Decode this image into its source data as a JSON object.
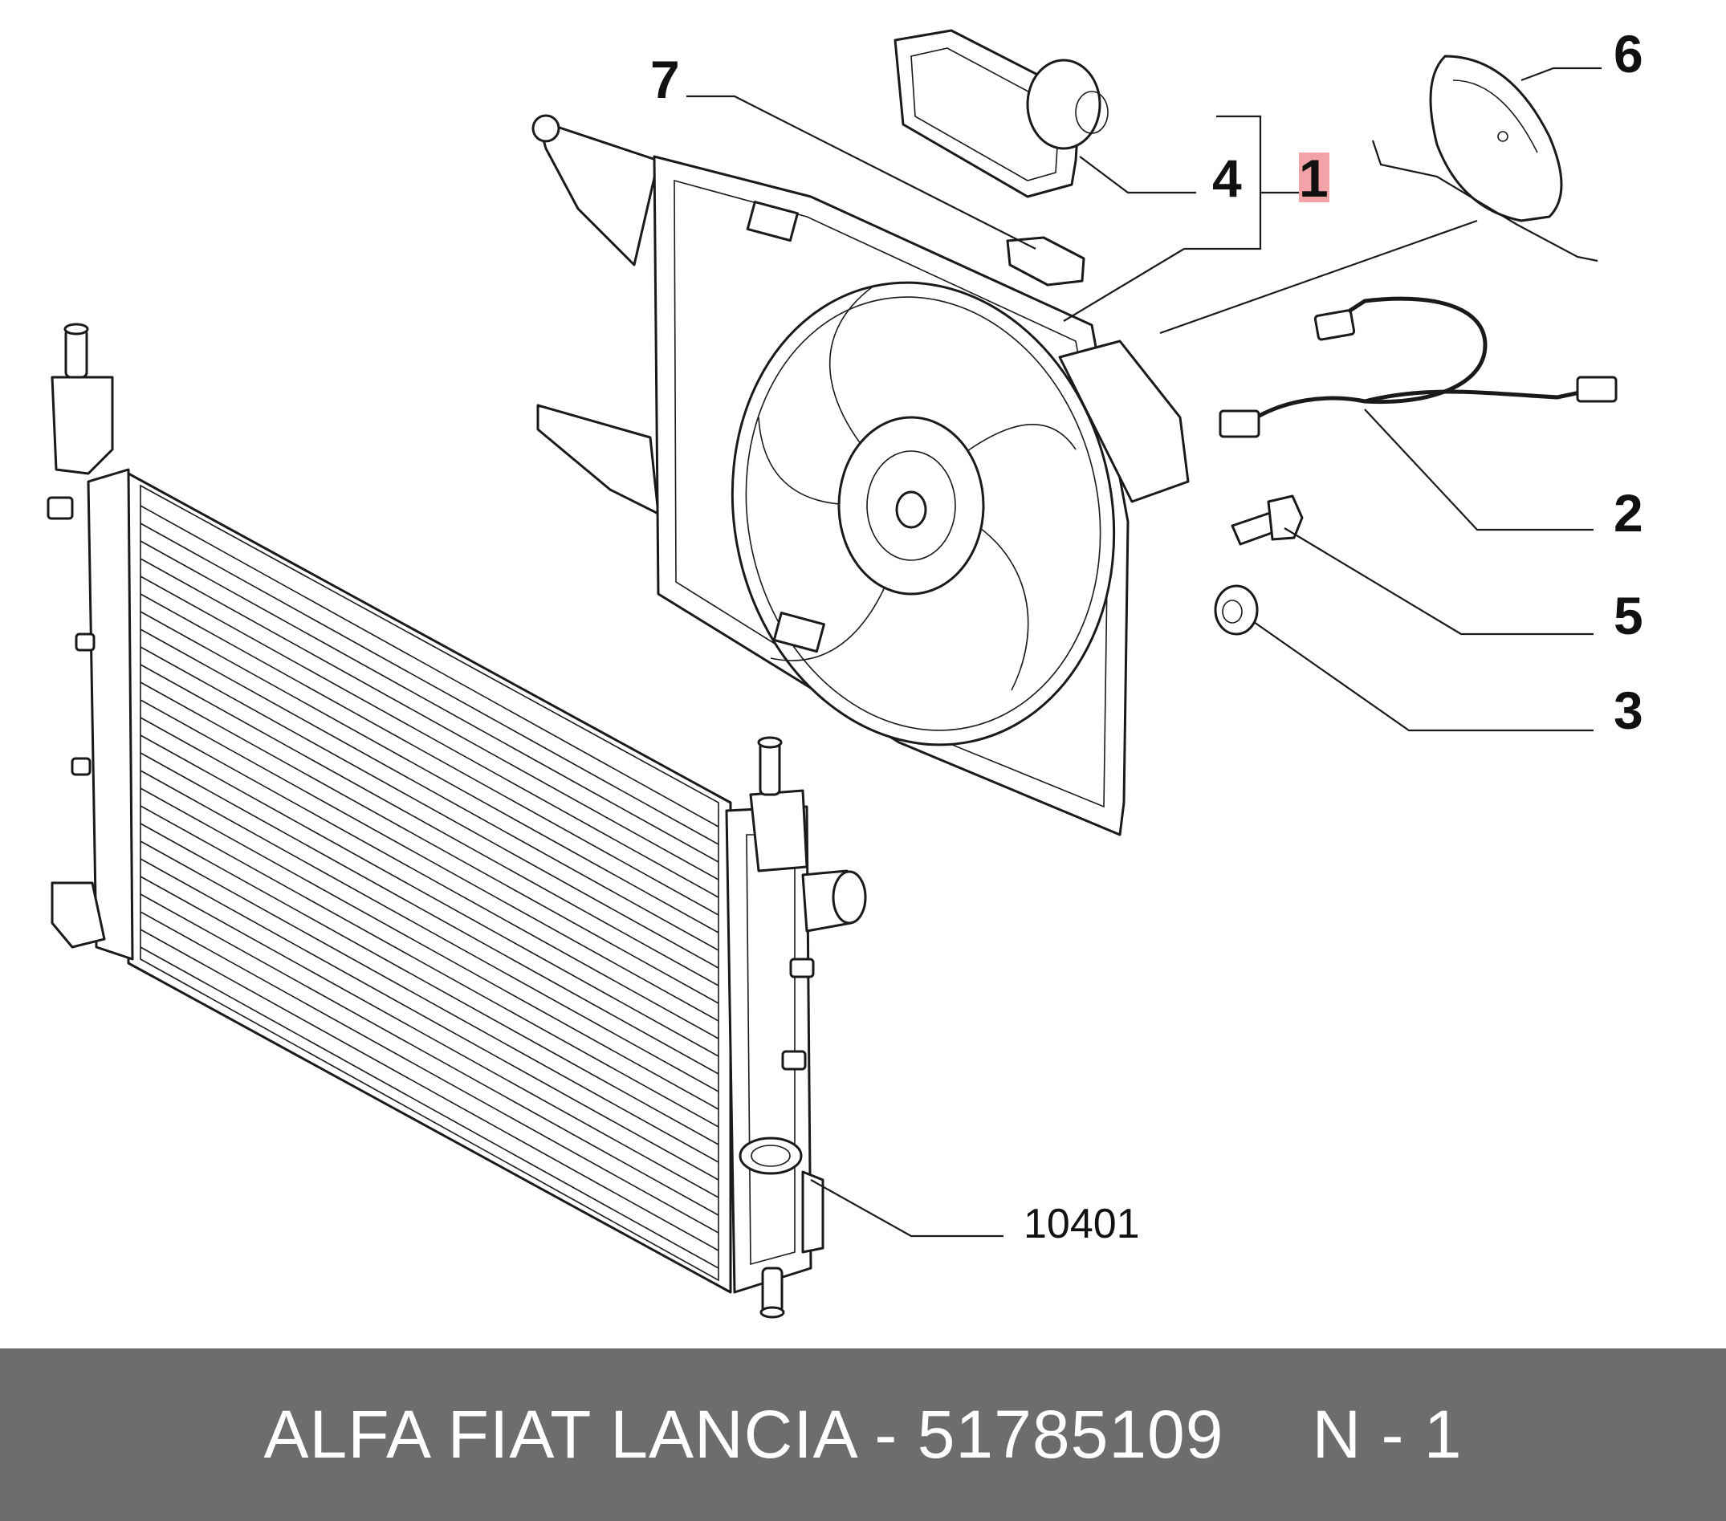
{
  "callouts": {
    "c7": "7",
    "c4": "4",
    "c1": "1",
    "c6": "6",
    "c2": "2",
    "c5": "5",
    "c3": "3",
    "c10401": "10401"
  },
  "highlight_color": "#f3a3a8",
  "footer": {
    "title": "ALFA FIAT LANCIA - 51785109",
    "code": "N - 1",
    "background": "#6d6d6d"
  }
}
